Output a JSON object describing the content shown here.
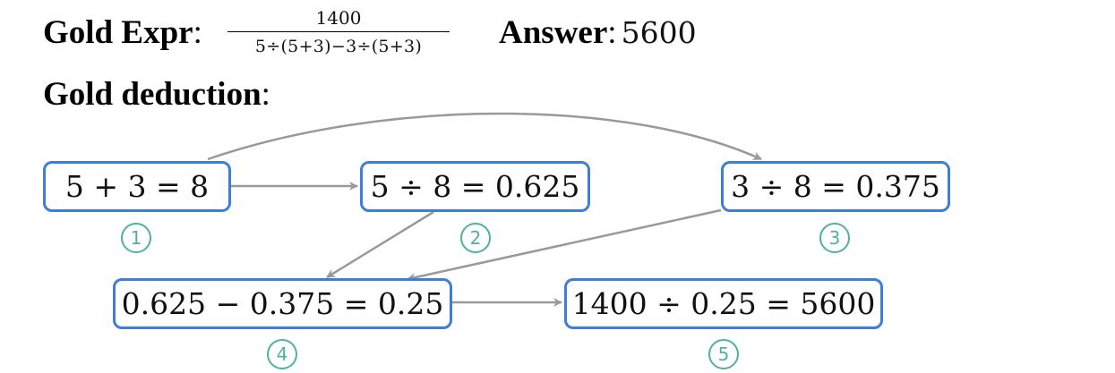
{
  "header": {
    "gold_expr_label": "Gold Expr",
    "colon": ":",
    "expression": {
      "numerator": "1400",
      "denominator": "5÷(5+3)−3÷(5+3)"
    },
    "answer_label": "Answer",
    "answer_value": "5600",
    "deduction_label": "Gold deduction"
  },
  "steps": [
    {
      "number": "1",
      "equation": "5 + 3 = 8"
    },
    {
      "number": "2",
      "equation": "5 ÷ 8 = 0.625"
    },
    {
      "number": "3",
      "equation": "3 ÷ 8 = 0.375"
    },
    {
      "number": "4",
      "equation": "0.625 − 0.375 = 0.25"
    },
    {
      "number": "5",
      "equation": "1400 ÷ 0.25 = 5600"
    }
  ],
  "edges": [
    {
      "from": "1",
      "to": "2"
    },
    {
      "from": "1",
      "to": "3"
    },
    {
      "from": "2",
      "to": "4"
    },
    {
      "from": "3",
      "to": "4"
    },
    {
      "from": "4",
      "to": "5"
    }
  ],
  "colors": {
    "box_border": "#3b7fd6",
    "step_number": "#4fb48f",
    "arrow": "#999999"
  }
}
